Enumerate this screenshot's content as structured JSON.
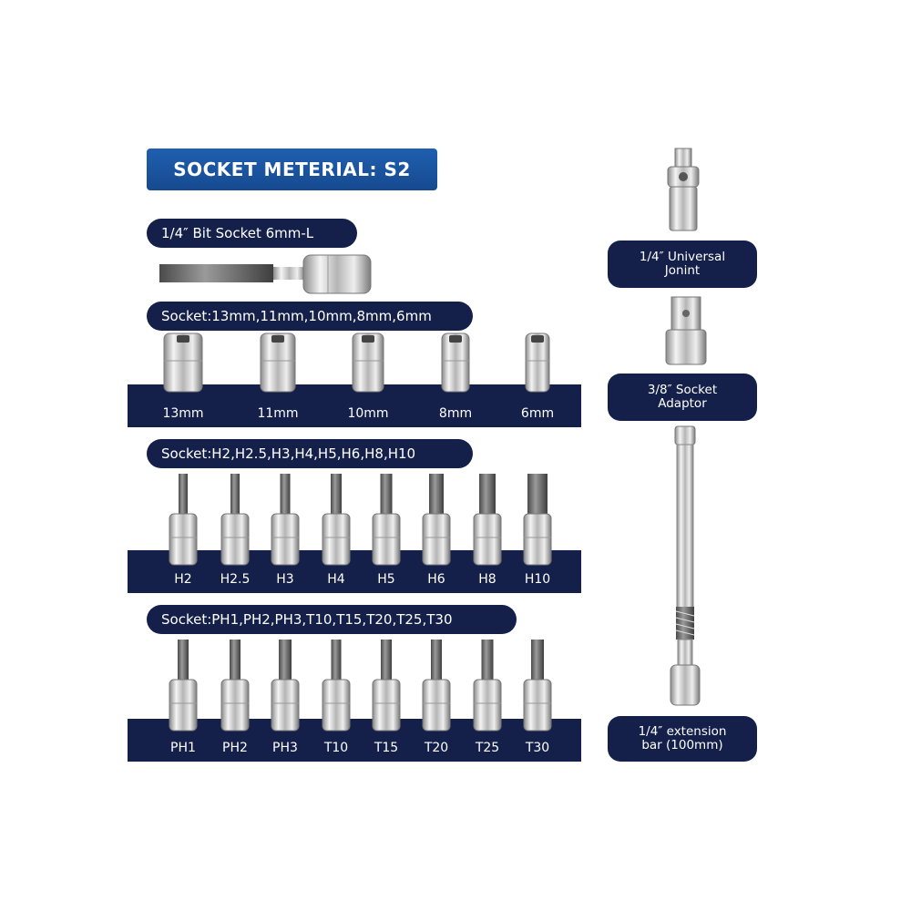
{
  "title": "SOCKET METERIAL: S2",
  "bit_socket_label": "1/4″ Bit Socket 6mm-L",
  "metric": {
    "header": "Socket:13mm,11mm,10mm,8mm,6mm",
    "items": [
      "13mm",
      "11mm",
      "10mm",
      "8mm",
      "6mm"
    ]
  },
  "hex": {
    "header": "Socket:H2,H2.5,H3,H4,H5,H6,H8,H10",
    "items": [
      "H2",
      "H2.5",
      "H3",
      "H4",
      "H5",
      "H6",
      "H8",
      "H10"
    ]
  },
  "torx": {
    "header": "Socket:PH1,PH2,PH3,T10,T15,T20,T25,T30",
    "items": [
      "PH1",
      "PH2",
      "PH3",
      "T10",
      "T15",
      "T20",
      "T25",
      "T30"
    ]
  },
  "side": {
    "universal_joint": "1/4″ Universal Jonint",
    "adaptor": "3/8″ Socket Adaptor",
    "extension": "1/4″ extension bar (100mm)"
  },
  "colors": {
    "navy": "#14204a",
    "banner_blue": "#1f5fb0",
    "chrome": "#c8c8c8"
  }
}
